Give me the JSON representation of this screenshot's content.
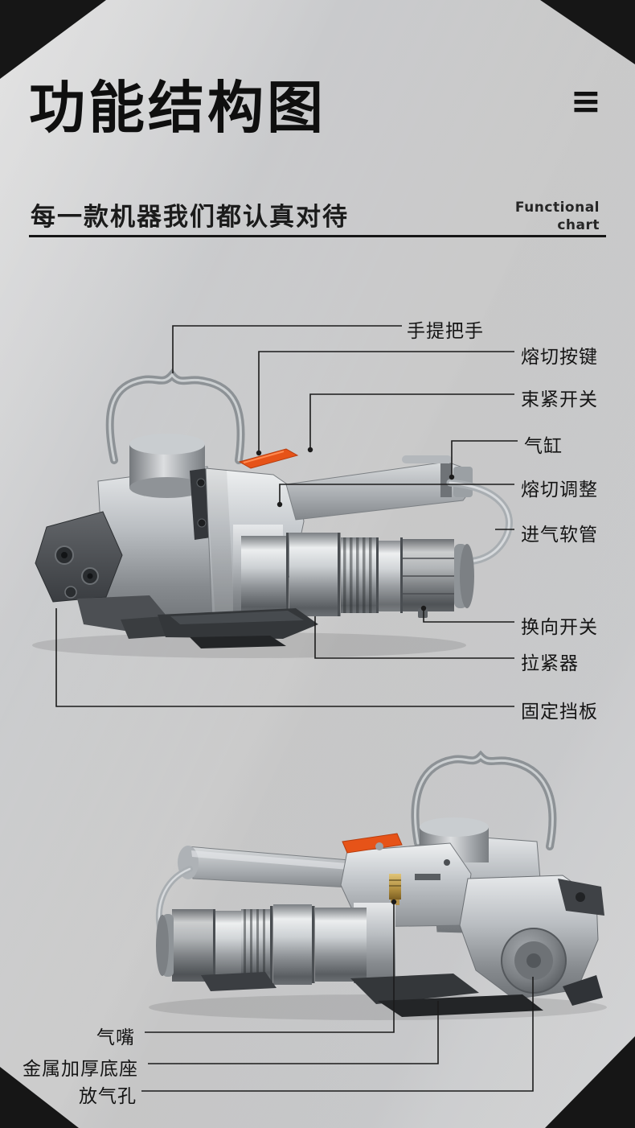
{
  "page": {
    "title": "功能结构图",
    "subtitle": "每一款机器我们都认真对待",
    "corner_note": {
      "line1": "Functional",
      "line2": "chart"
    }
  },
  "icons": {
    "menu_icon": "≡"
  },
  "colors": {
    "background": "#cbccce",
    "ink": "#151515",
    "accent_orange": "#e65318",
    "metal_light": "#d7d9db",
    "metal_dark": "#55585c"
  },
  "callouts": {
    "machine_top": [
      {
        "label": "手提把手"
      },
      {
        "label": "熔切按键"
      },
      {
        "label": "束紧开关"
      },
      {
        "label": "气缸"
      },
      {
        "label": "熔切调整"
      },
      {
        "label": "进气软管"
      },
      {
        "label": "换向开关"
      },
      {
        "label": "拉紧器"
      },
      {
        "label": "固定挡板"
      }
    ],
    "machine_bottom": [
      {
        "label": "气嘴"
      },
      {
        "label": "金属加厚底座"
      },
      {
        "label": "放气孔"
      }
    ]
  }
}
